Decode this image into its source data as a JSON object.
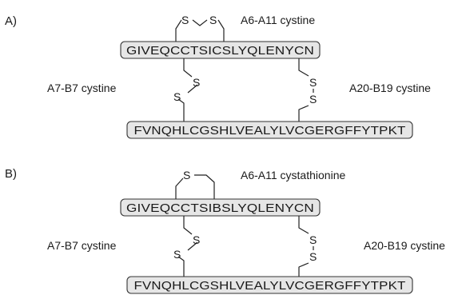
{
  "panels": [
    {
      "letter": "A)",
      "intra_bridge": {
        "label": "A6-A11 cystine",
        "atoms": [
          "S",
          "S"
        ]
      },
      "chain_a": "GIVEQCCTSICSLYQLENYCN",
      "chain_b": "FVNQHLCGSHLVEALYLVCGERGFFYTPKT",
      "left_bridge": {
        "label": "A7-B7 cystine",
        "atoms": [
          "S",
          "S"
        ]
      },
      "right_bridge": {
        "label": "A20-B19 cystine",
        "atoms": [
          "S",
          "S"
        ]
      }
    },
    {
      "letter": "B)",
      "intra_bridge": {
        "label": "A6-A11 cystathionine",
        "atoms": [
          "S"
        ]
      },
      "chain_a": "GIVEQCCTSIBSLYQLENYCN",
      "chain_b": "FVNQHLCGSHLVEALYLVCGERGFFYTPKT",
      "left_bridge": {
        "label": "A7-B7 cystine",
        "atoms": [
          "S",
          "S"
        ]
      },
      "right_bridge": {
        "label": "A20-B19 cystine",
        "atoms": [
          "S",
          "S"
        ]
      }
    }
  ]
}
